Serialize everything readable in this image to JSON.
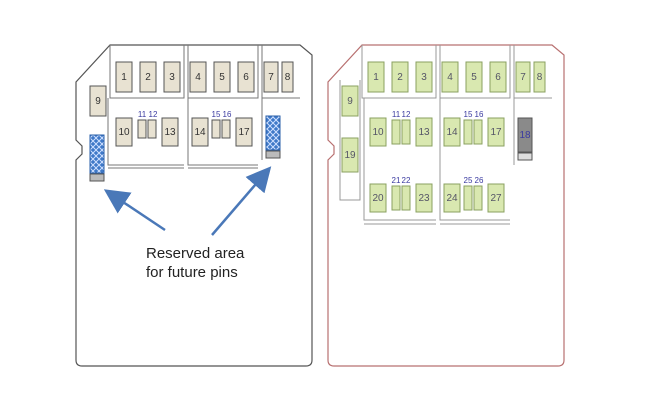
{
  "colors": {
    "left_card_outline": "#555555",
    "right_card_outline": "#b87070",
    "left_pin_fill": "#e8e2d2",
    "left_pin_stroke": "#555555",
    "right_pin_fill": "#d9e8b0",
    "right_pin_stroke": "#8aa060",
    "reserved_fill": "#3f79c8",
    "arrow": "#4a78b8",
    "label_blue": "#3a3aa0",
    "pin18_fill": "#8a8a8a"
  },
  "callout": {
    "line1": "Reserved area",
    "line2": "for future pins"
  },
  "left_card": {
    "pins_row1": [
      "1",
      "2",
      "3",
      "4",
      "5",
      "6",
      "7",
      "8"
    ],
    "pin9": "9",
    "pins_row2": [
      "10",
      "11",
      "12",
      "13",
      "14",
      "15",
      "16",
      "17"
    ]
  },
  "right_card": {
    "pins_row1": [
      "1",
      "2",
      "3",
      "4",
      "5",
      "6",
      "7",
      "8"
    ],
    "pin9": "9",
    "pin19": "19",
    "pins_row2": [
      "10",
      "11",
      "12",
      "13",
      "14",
      "15",
      "16",
      "17"
    ],
    "pin18": "18",
    "pins_row3": [
      "20",
      "21",
      "22",
      "23",
      "24",
      "25",
      "26",
      "27"
    ]
  }
}
